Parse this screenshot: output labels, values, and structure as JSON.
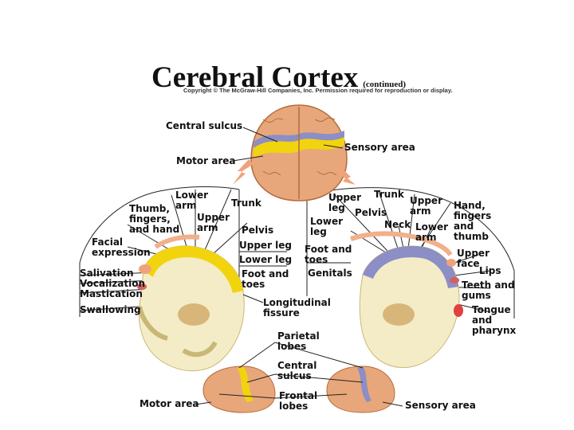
{
  "title": "Cerebral Cortex",
  "title_suffix": "(continued)",
  "copyright": "Copyright © The McGraw-Hill Companies, Inc. Permission required for reproduction or display.",
  "colors": {
    "motor": "#f2d40e",
    "sensory": "#8c8ec6",
    "cortex": "#e8a77a",
    "white_matter": "#f3ecc7",
    "arrow": "#f0a27a"
  },
  "top": {
    "central_sulcus": "Central sulcus",
    "sensory_area": "Sensory area",
    "motor_area": "Motor area"
  },
  "motor": {
    "lower_arm": "Lower\narm",
    "thumb": "Thumb,\nfingers,\nand hand",
    "trunk": "Trunk",
    "upper_arm": "Upper\narm",
    "facial": "Facial\nexpression",
    "pelvis": "Pelvis",
    "upper_leg": "Upper leg",
    "lower_leg": "Lower leg",
    "foot": "Foot and\ntoes",
    "salivation": "Salivation",
    "vocalization": "Vocalization",
    "mastication": "Mastication",
    "swallowing": "Swallowing"
  },
  "sensory": {
    "upper_leg": "Upper\nleg",
    "trunk": "Trunk",
    "upper_arm": "Upper\narm",
    "hand": "Hand,\nfingers\nand\nthumb",
    "lower_leg": "Lower\nleg",
    "pelvis": "Pelvis",
    "neck": "Neck",
    "lower_arm": "Lower\narm",
    "foot": "Foot and\ntoes",
    "genitals": "Genitals",
    "upper_face": "Upper\nface",
    "lips": "Lips",
    "teeth": "Teeth and\ngums",
    "tongue": "Tongue\nand\npharynx"
  },
  "middle": {
    "longitudinal": "Longitudinal\nfissure"
  },
  "bottom": {
    "parietal": "Parietal\nlobes",
    "central_sulcus": "Central\nsulcus",
    "frontal": "Frontal\nlobes",
    "motor_area": "Motor area",
    "sensory_area": "Sensory area"
  }
}
